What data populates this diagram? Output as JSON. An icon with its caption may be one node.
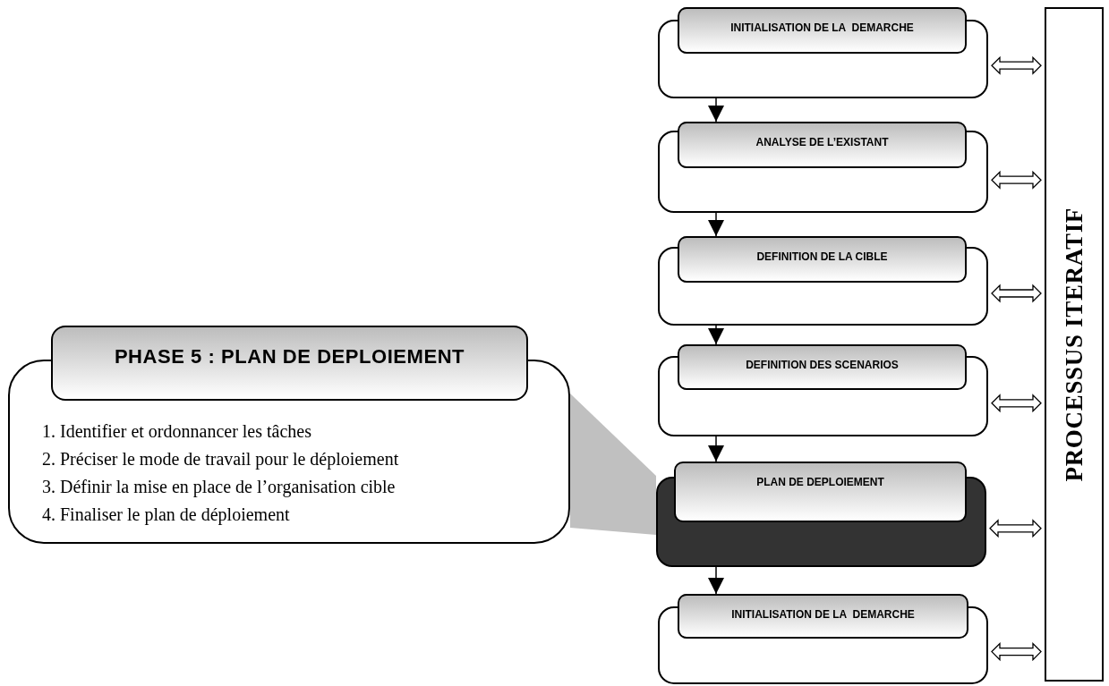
{
  "diagram": {
    "nodes": [
      {
        "text": [
          "INITIALISATION DE LA  DEMARCHE"
        ]
      },
      {
        "text": [
          "ANALYSE DE L’EXISTANT"
        ]
      },
      {
        "text": [
          "DEFINITION DE LA CIBLE"
        ]
      },
      {
        "text": [
          "DEFINITION DES SCENARIOS"
        ]
      },
      {
        "text": [
          "PLAN DE DEPLOIEMENT"
        ]
      },
      {
        "text": [
          "INITIALISATION DE LA  DEMARCHE"
        ]
      },
      {
        "text": [
          "PROCESSUS ITERATIF"
        ]
      },
      {
        "text": [
          "PHASE 5 : PLAN DE DEPLOIEMENT",
          "1. Identifier et ordonnancer les tâches",
          "2. Préciser le mode de travail pour le déploiement",
          "3. Définir la mise en place de l’organisation cible",
          "4. Finaliser le plan de déploiement"
        ]
      }
    ],
    "edges": [
      {
        "from": 0,
        "to": 1,
        "arrow": "to"
      },
      {
        "from": 1,
        "to": 2,
        "arrow": "to"
      },
      {
        "from": 2,
        "to": 3,
        "arrow": "to"
      },
      {
        "from": 3,
        "to": 4,
        "arrow": "to"
      },
      {
        "from": 4,
        "to": 5,
        "arrow": "to"
      },
      {
        "from": 0,
        "to": 6,
        "arrow": "both"
      },
      {
        "from": 1,
        "to": 6,
        "arrow": "both"
      },
      {
        "from": 2,
        "to": 6,
        "arrow": "both"
      },
      {
        "from": 3,
        "to": 6,
        "arrow": "both"
      },
      {
        "from": 4,
        "to": 6,
        "arrow": "both"
      },
      {
        "from": 5,
        "to": 6,
        "arrow": "both"
      },
      {
        "from": 7,
        "to": 4,
        "arrow": "none",
        "style": "thick",
        "color": "#c0c0c0"
      }
    ]
  }
}
